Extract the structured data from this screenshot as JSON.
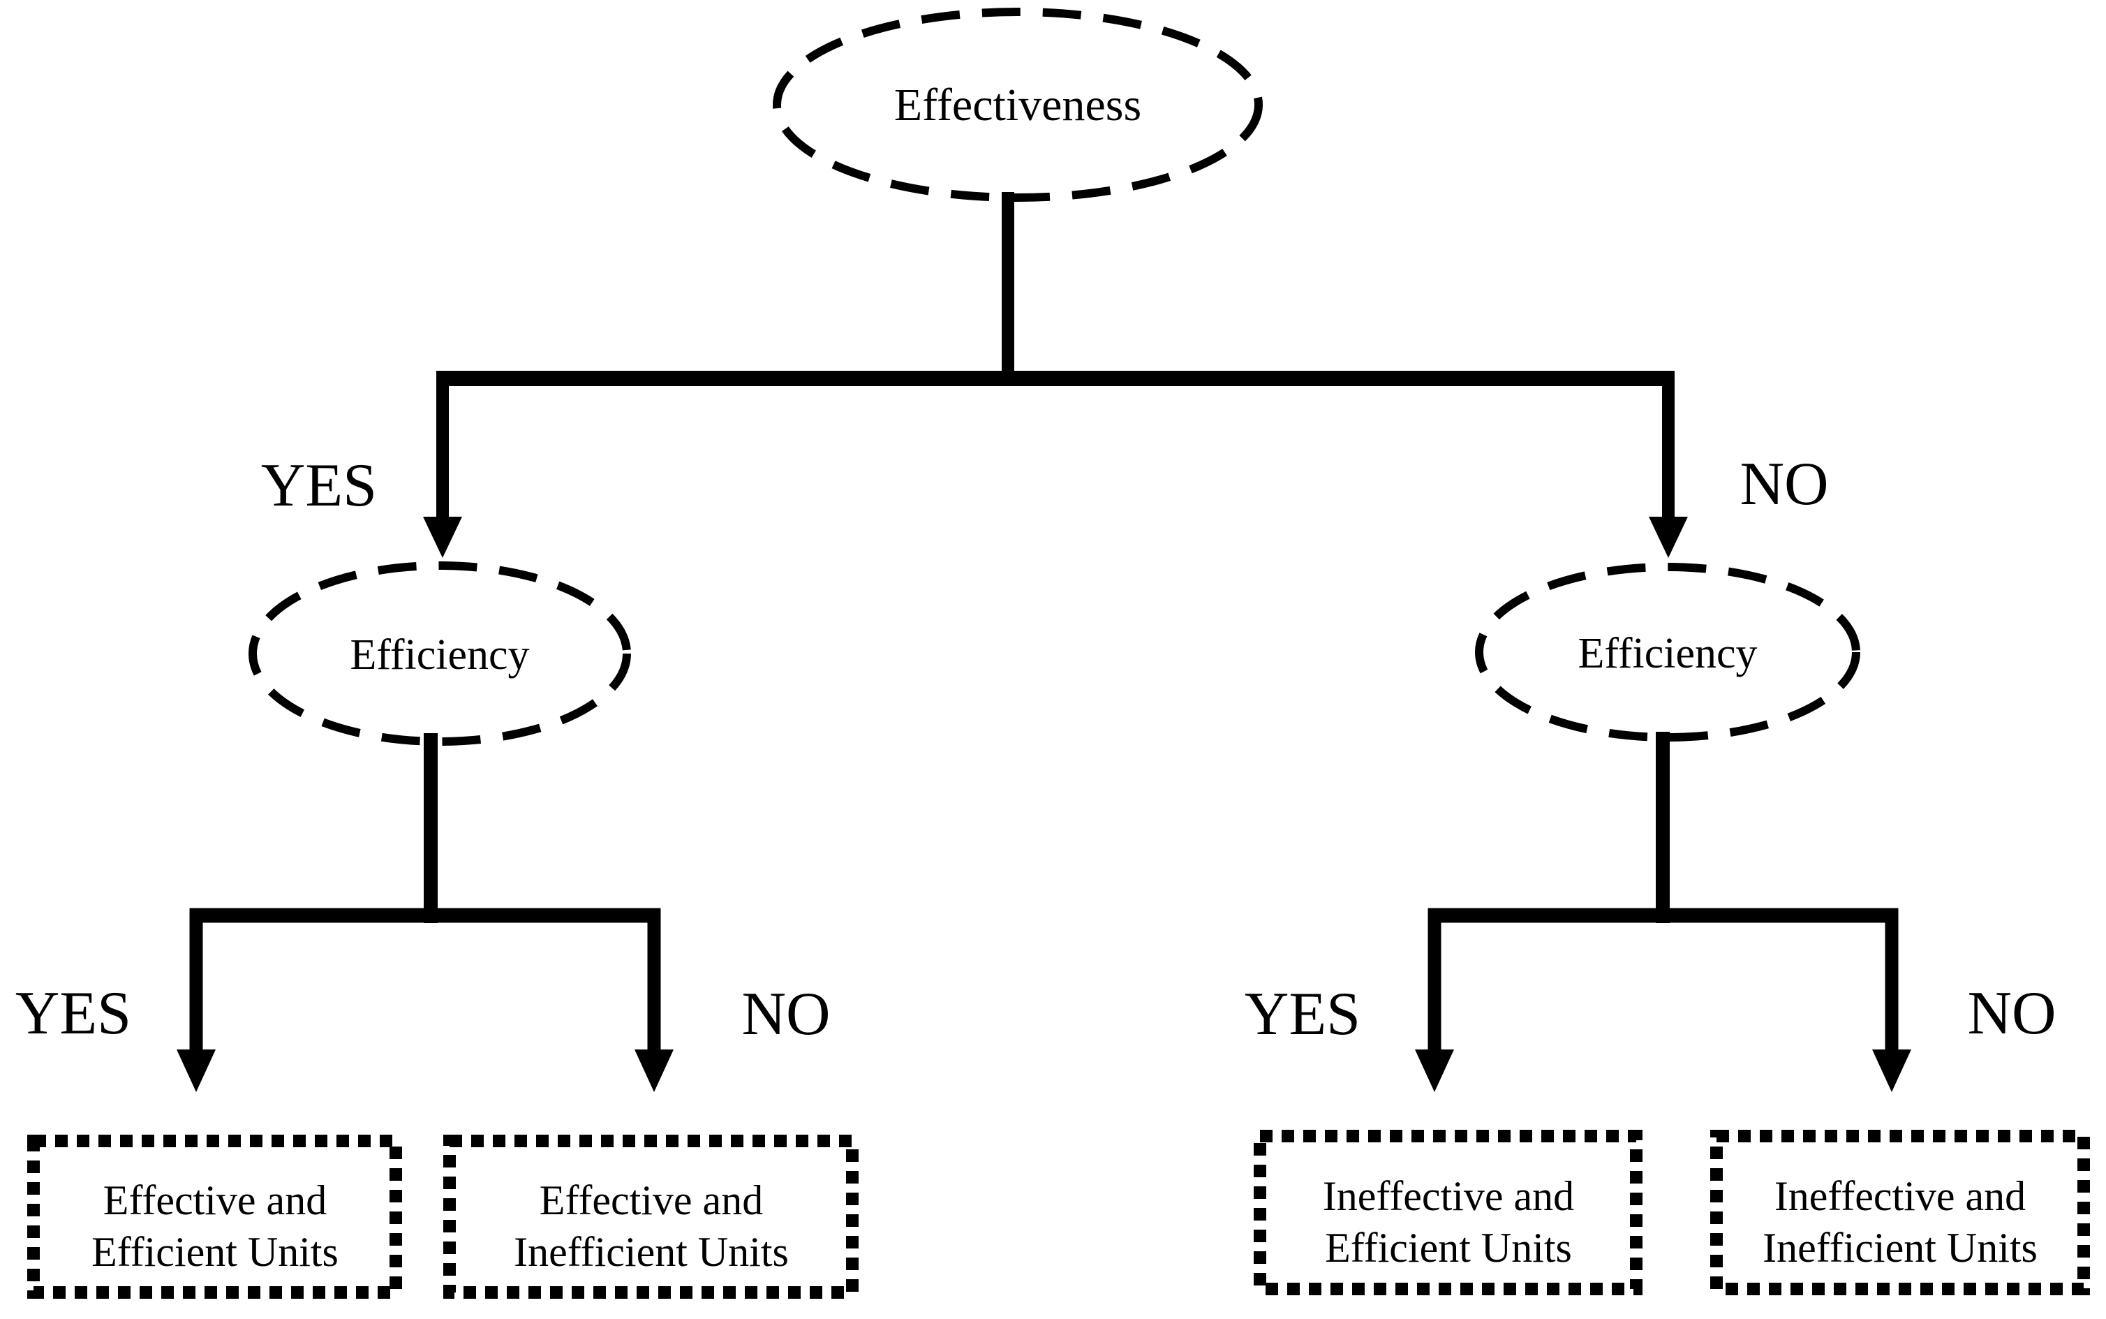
{
  "colors": {
    "ink": "#000000",
    "background": "#ffffff"
  },
  "root": {
    "label": "Effectiveness"
  },
  "level1": {
    "yes_label": "YES",
    "no_label": "NO"
  },
  "left_branch": {
    "node_label": "Efficiency",
    "yes_label": "YES",
    "no_label": "NO",
    "leaf_yes": {
      "line1": "Effective and",
      "line2": "Efficient Units"
    },
    "leaf_no": {
      "line1": "Effective and",
      "line2": "Inefficient Units"
    }
  },
  "right_branch": {
    "node_label": "Efficiency",
    "yes_label": "YES",
    "no_label": "NO",
    "leaf_yes": {
      "line1": "Ineffective and",
      "line2": "Efficient Units"
    },
    "leaf_no": {
      "line1": "Ineffective and",
      "line2": "Inefficient Units"
    }
  }
}
